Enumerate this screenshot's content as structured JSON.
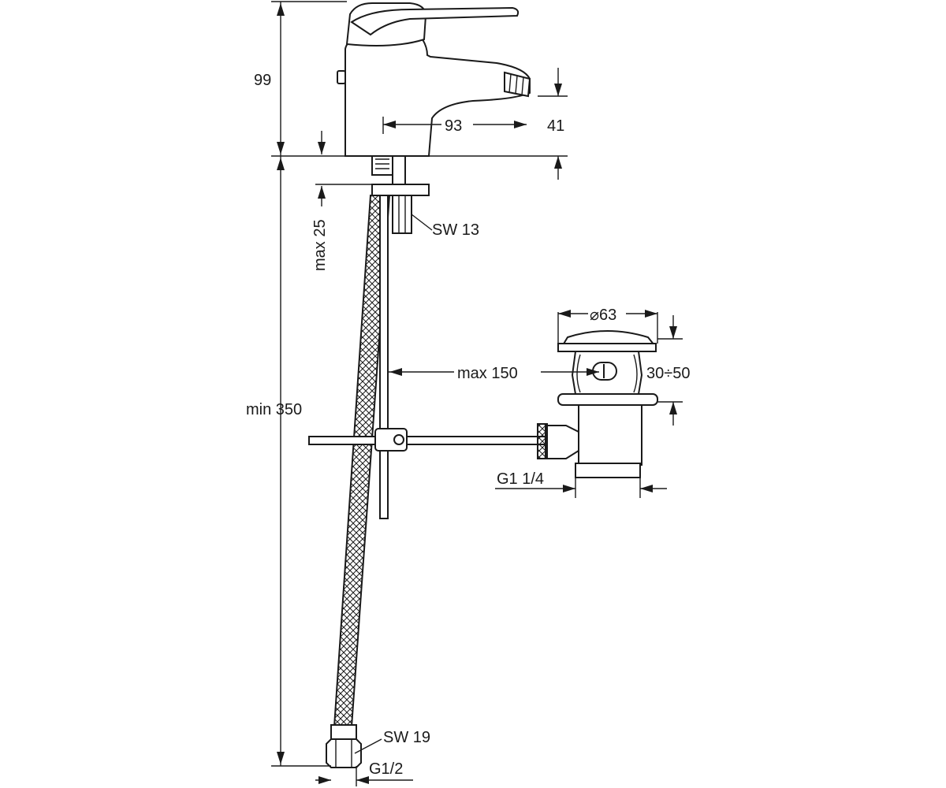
{
  "dimensions": {
    "height_99": "99",
    "spout_reach": "93",
    "spout_height": "41",
    "max_mount": "max 25",
    "wrench_13": "SW 13",
    "min_length": "min 350",
    "diameter_63": "⌀63",
    "max_rod": "max 150",
    "range_30_50": "30÷50",
    "thread_g114": "G1 1/4",
    "wrench_19": "SW 19",
    "thread_g12": "G1/2"
  },
  "colors": {
    "line": "#1a1a1a",
    "background": "#ffffff"
  }
}
